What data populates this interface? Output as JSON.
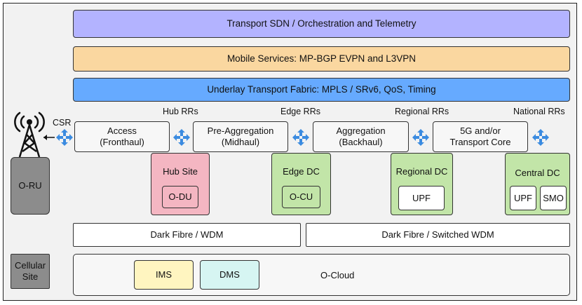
{
  "bands": {
    "sdn": "Transport SDN / Orchestration and Telemetry",
    "mobile": "Mobile Services: MP-BGP EVPN and L3VPN",
    "underlay": "Underlay Transport Fabric: MPLS / SRv6, QoS, Timing"
  },
  "rr_labels": {
    "hub": "Hub RRs",
    "edge": "Edge RRs",
    "regional": "Regional RRs",
    "national": "National RRs"
  },
  "csr_label": "CSR",
  "segments": {
    "access": "Access\n(Fronthaul)",
    "pre_aggregation": "Pre-Aggregation\n(Midhaul)",
    "aggregation": "Aggregation\n(Backhaul)",
    "core": "5G and/or\nTransport Core"
  },
  "sites": {
    "hub": {
      "title": "Hub Site",
      "item": "O-DU"
    },
    "edge": {
      "title": "Edge DC",
      "item": "O-CU"
    },
    "regional": {
      "title": "Regional DC",
      "item": "UPF"
    },
    "central": {
      "title": "Central DC",
      "items": [
        "UPF",
        "SMO"
      ]
    }
  },
  "oru_label": "O-RU",
  "fibre": {
    "left": "Dark Fibre / WDM",
    "right": "Dark Fibre / Switched WDM"
  },
  "cellular_site": "Cellular\nSite",
  "ocloud": {
    "label": "O-Cloud",
    "items": [
      "IMS",
      "DMS"
    ]
  },
  "colors": {
    "sdn": "#b3b3ff",
    "mobile": "#fad7a0",
    "underlay": "#66aaff",
    "hub_site": "#f4b6c2",
    "dc_green": "#c2e5a8",
    "oru": "#8c8c8c",
    "ims": "#fff5c0",
    "dms": "#d6f5f2",
    "arrow": "#3b8be0"
  }
}
